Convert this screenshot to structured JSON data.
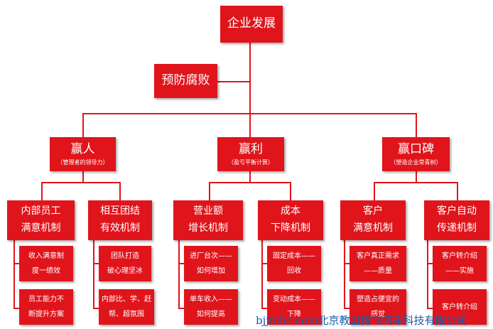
{
  "root": {
    "label": "企业发展"
  },
  "level1": {
    "label": "预防腐败"
  },
  "branches": [
    {
      "title": "赢人",
      "subtitle": "（管理者的领导力）",
      "systems": [
        {
          "lines": [
            "内部员工",
            "满意机制"
          ],
          "items": [
            [
              "收入满意制",
              "度一绩效"
            ],
            [
              "员工能力不",
              "断提升方案"
            ]
          ]
        },
        {
          "lines": [
            "相互团结",
            "有效机制"
          ],
          "items": [
            [
              "团队打造",
              "破心理坚冰"
            ],
            [
              "内部比、学、赶",
              "帮、超氛围"
            ]
          ]
        }
      ]
    },
    {
      "title": "赢利",
      "subtitle": "（盈亏平衡计算）",
      "systems": [
        {
          "lines": [
            "营业额",
            "增长机制"
          ],
          "items": [
            [
              "进厂台次——",
              "如何增加"
            ],
            [
              "单车收入——",
              "如何提高"
            ]
          ]
        },
        {
          "lines": [
            "成本",
            "下降机制"
          ],
          "items": [
            [
              "固定成本——",
              "回收"
            ],
            [
              "变动成本——",
              "下降"
            ]
          ]
        }
      ]
    },
    {
      "title": "赢口碑",
      "subtitle": "（塑造企业常青树）",
      "systems": [
        {
          "lines": [
            "客户",
            "满意机制"
          ],
          "items": [
            [
              "客户真正需求",
              "——质量"
            ],
            [
              "塑造占便宜的",
              "感觉"
            ]
          ]
        },
        {
          "lines": [
            "客户自动",
            "传递机制"
          ],
          "items": [
            [
              "客户转介绍",
              "——实施"
            ],
            [
              "客户转介绍",
              ""
            ]
          ]
        }
      ]
    }
  ],
  "watermark": "bjjmbc.com北京教盟博飞汽车科技有限公司",
  "colors": {
    "box": "#e0151c",
    "text": "#ffffff",
    "watermark": "#1b5aa8"
  }
}
